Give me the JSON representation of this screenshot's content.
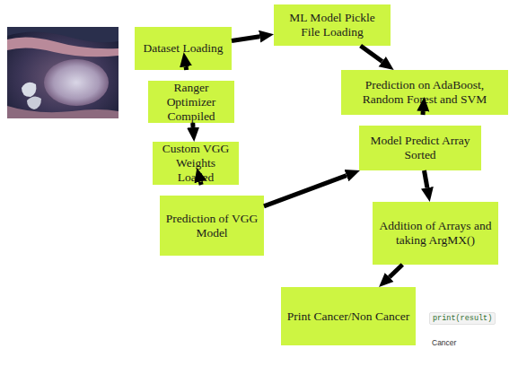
{
  "diagram": {
    "nodes": [
      {
        "text": [
          "Dataset Loading"
        ]
      },
      {
        "text": [
          "ML Model Pickle File Loading"
        ]
      },
      {
        "text": [
          "Ranger Optimizer Compiled"
        ]
      },
      {
        "text": [
          "Prediction on AdaBoost, Random Forest and SVM"
        ]
      },
      {
        "text": [
          "Custom VGG Weights Loaded"
        ]
      },
      {
        "text": [
          "Model Predict Array Sorted"
        ]
      },
      {
        "text": [
          "Prediction of VGG Model"
        ]
      },
      {
        "text": [
          "Addition of Arrays and taking ArgMX()"
        ]
      },
      {
        "text": [
          "Print Cancer/Non Cancer"
        ]
      }
    ],
    "edges": [
      {
        "from": 0,
        "to": 1,
        "arrow": "to"
      },
      {
        "from": 0,
        "to": 2,
        "arrow": "to"
      },
      {
        "from": 2,
        "to": 4,
        "arrow": "to"
      },
      {
        "from": 4,
        "to": 6,
        "arrow": "to"
      },
      {
        "from": 1,
        "to": 3,
        "arrow": "to"
      },
      {
        "from": 3,
        "to": 5,
        "arrow": "to"
      },
      {
        "from": 6,
        "to": 5,
        "arrow": "to"
      },
      {
        "from": 5,
        "to": 7,
        "arrow": "to"
      },
      {
        "from": 7,
        "to": 8,
        "arrow": "to"
      }
    ],
    "labels": [
      "print(result)",
      "Cancer"
    ]
  }
}
